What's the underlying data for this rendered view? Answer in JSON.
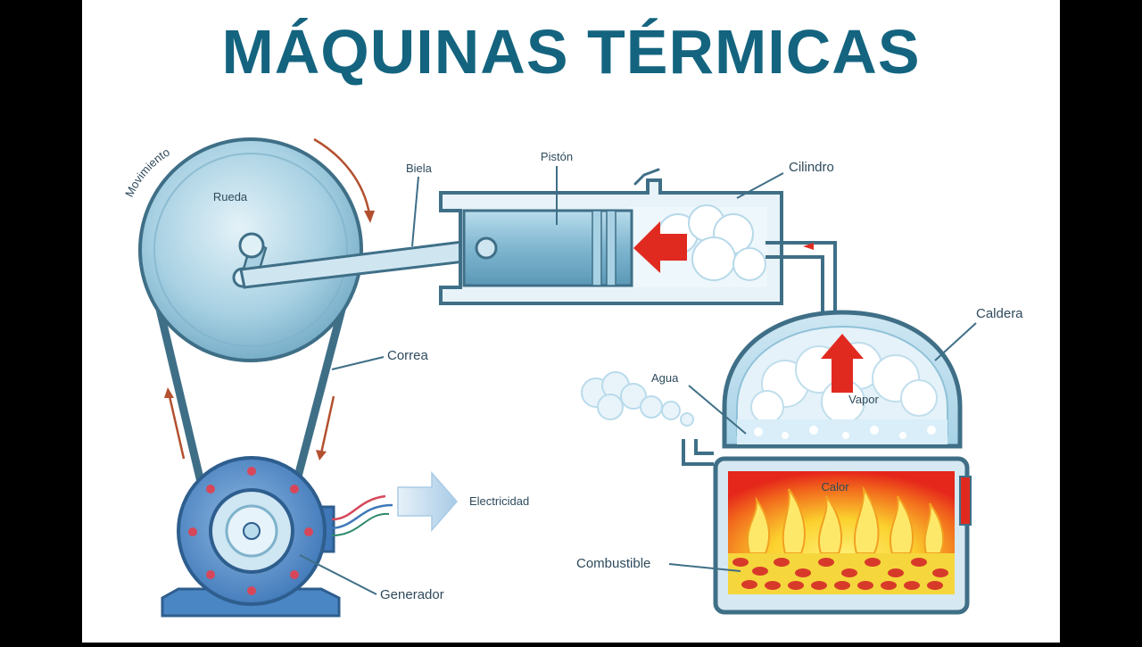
{
  "title": "MÁQUINAS TÉRMICAS",
  "labels": {
    "movimiento": "Movimiento",
    "rueda": "Rueda",
    "biela": "Biela",
    "piston": "Pistón",
    "cilindro": "Cilindro",
    "caldera": "Caldera",
    "correa": "Correa",
    "agua": "Agua",
    "vapor": "Vapor",
    "electricidad": "Electricidad",
    "calor": "Calor",
    "combustible": "Combustible",
    "generador": "Generador"
  },
  "colors": {
    "title": "#14647f",
    "outline": "#3f6f87",
    "metal_light": "#d3e9f3",
    "metal_mid": "#8ebfd6",
    "fire_red": "#e8261c",
    "fire_yellow": "#fbe437",
    "arrow_red": "#e02a20",
    "generator_blue": "#4b86c4"
  }
}
